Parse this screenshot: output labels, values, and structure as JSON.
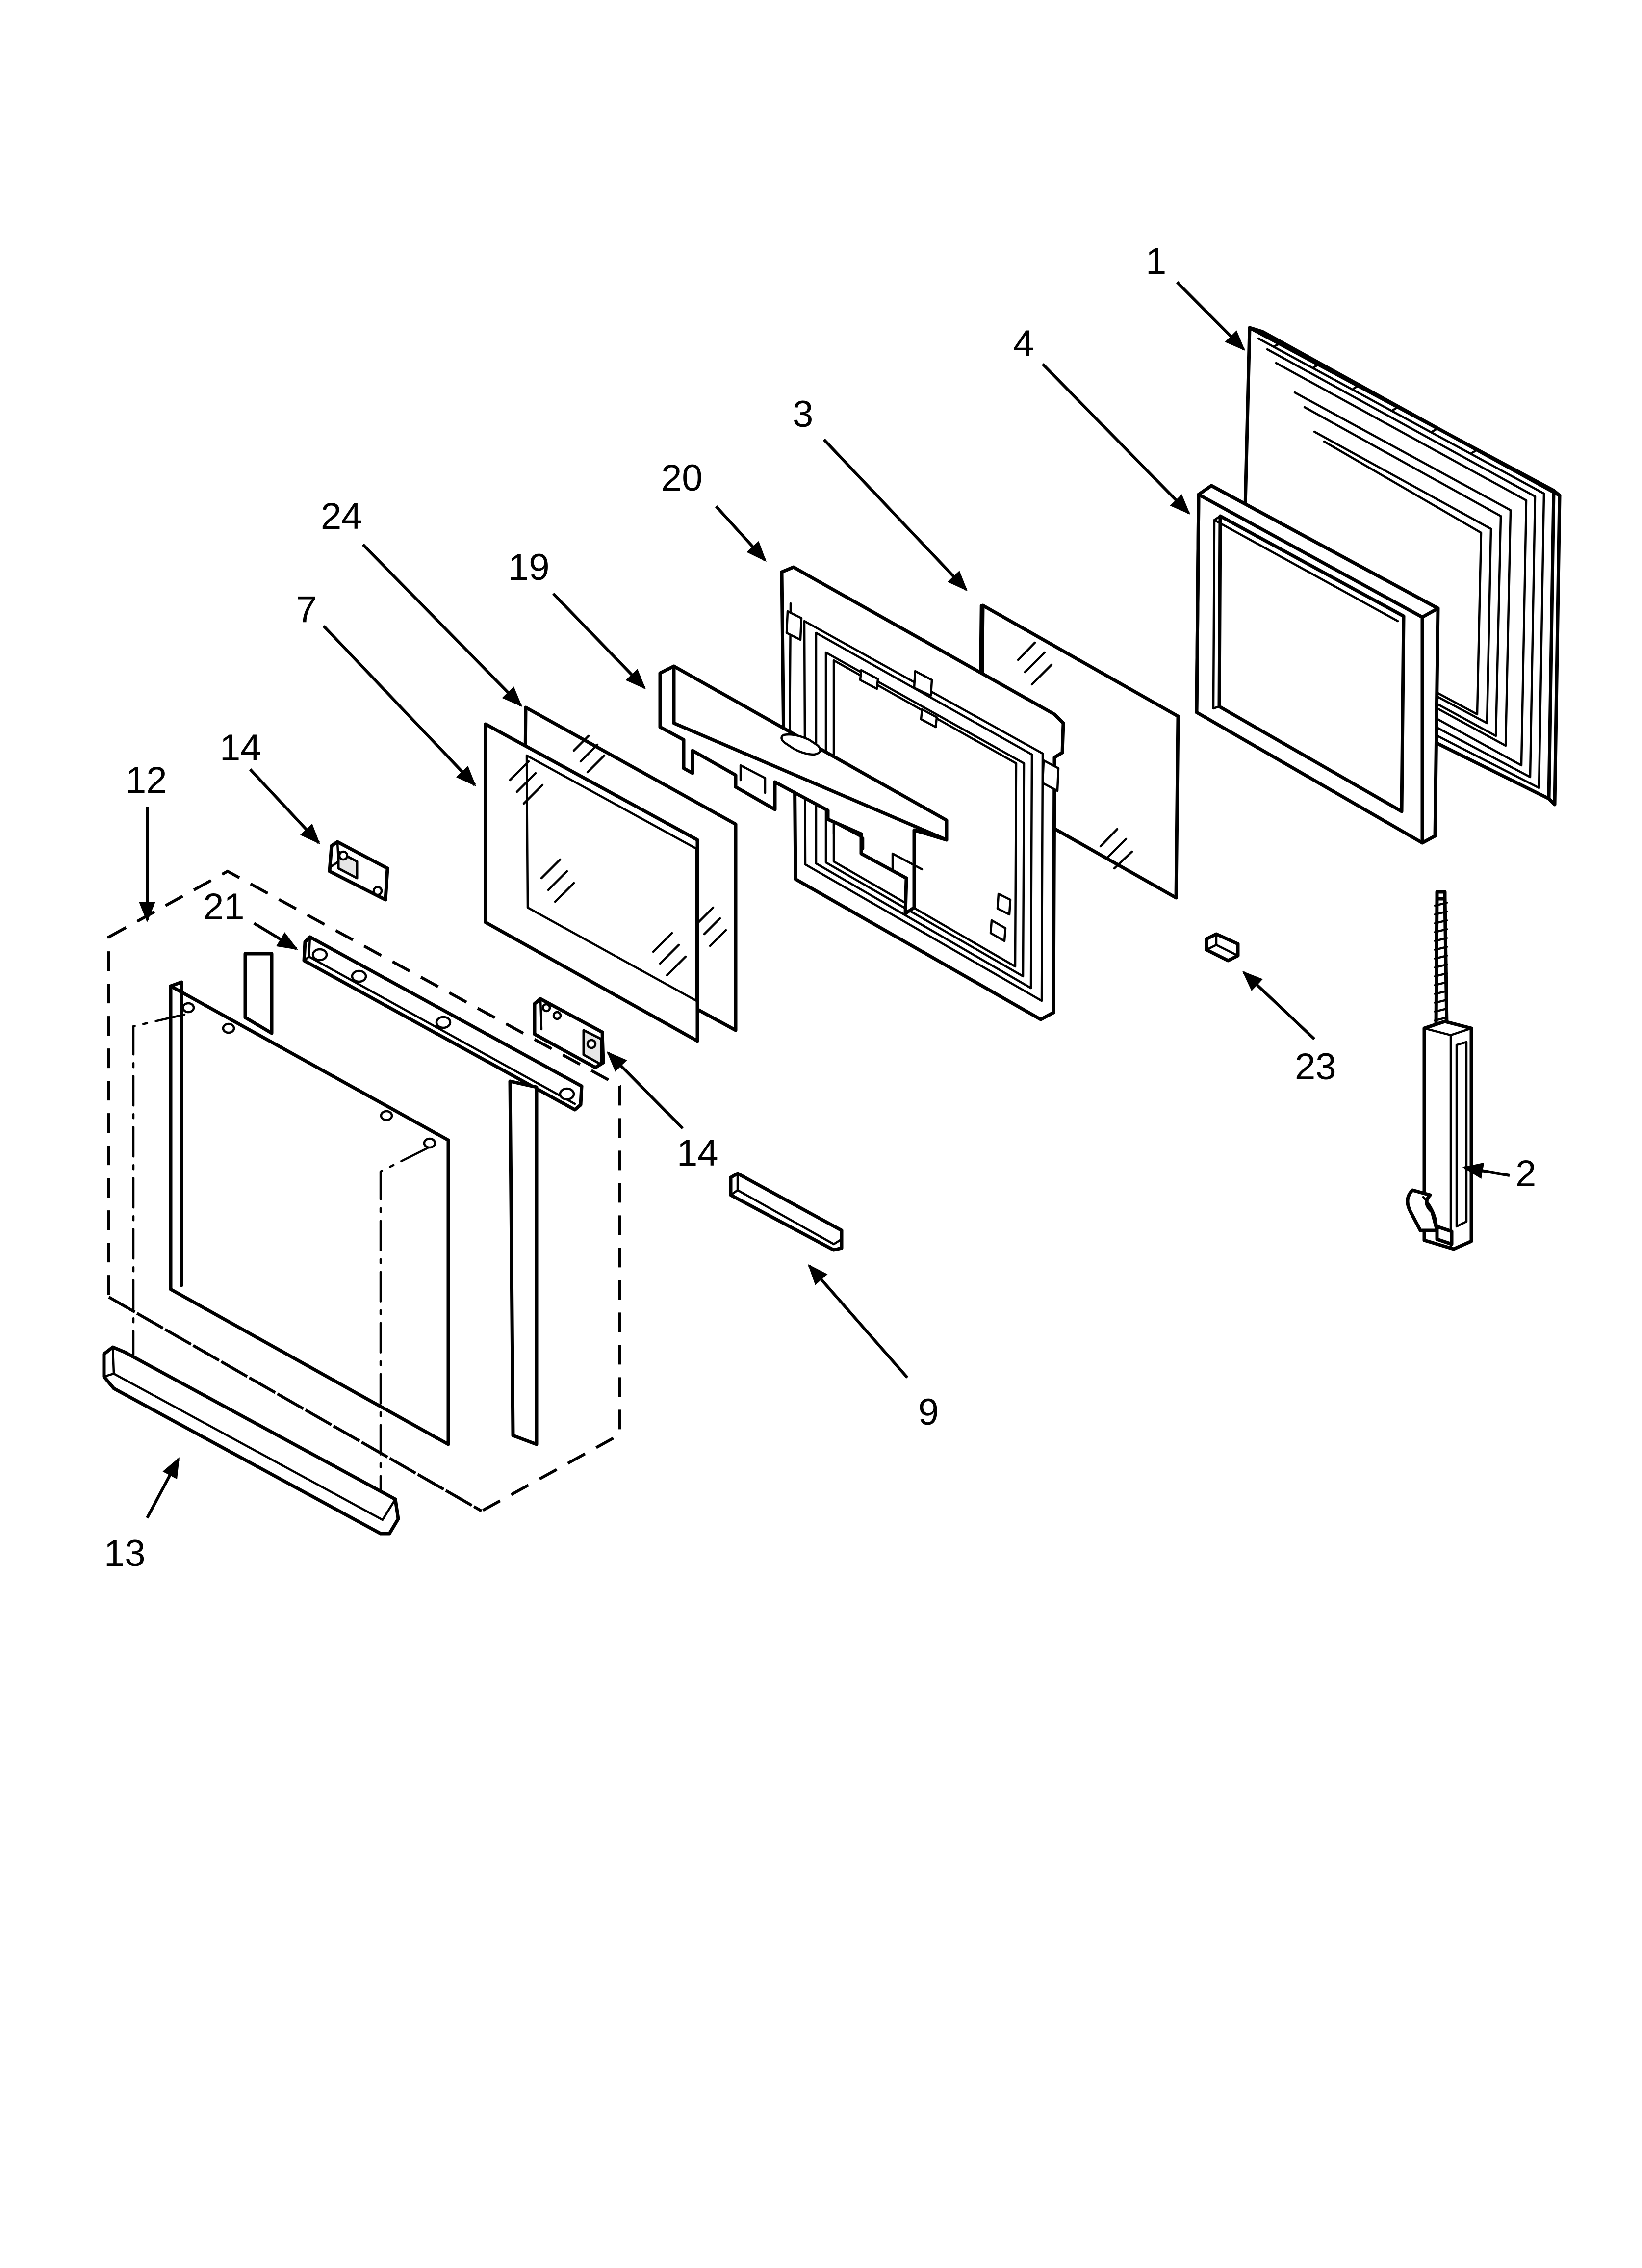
{
  "parts": [
    {
      "id": "1"
    },
    {
      "id": "2"
    },
    {
      "id": "3"
    },
    {
      "id": "4"
    },
    {
      "id": "7"
    },
    {
      "id": "9"
    },
    {
      "id": "12"
    },
    {
      "id": "13"
    },
    {
      "id": "14a",
      "label": "14"
    },
    {
      "id": "14b",
      "label": "14"
    },
    {
      "id": "19"
    },
    {
      "id": "20"
    },
    {
      "id": "21"
    },
    {
      "id": "23"
    },
    {
      "id": "24"
    }
  ],
  "labels": {
    "p1": "1",
    "p2": "2",
    "p3": "3",
    "p4": "4",
    "p7": "7",
    "p9": "9",
    "p12": "12",
    "p13": "13",
    "p14a": "14",
    "p14b": "14",
    "p19": "19",
    "p20": "20",
    "p21": "21",
    "p23": "23",
    "p24": "24"
  },
  "colors": {
    "line": "#000000",
    "background": "#ffffff"
  }
}
